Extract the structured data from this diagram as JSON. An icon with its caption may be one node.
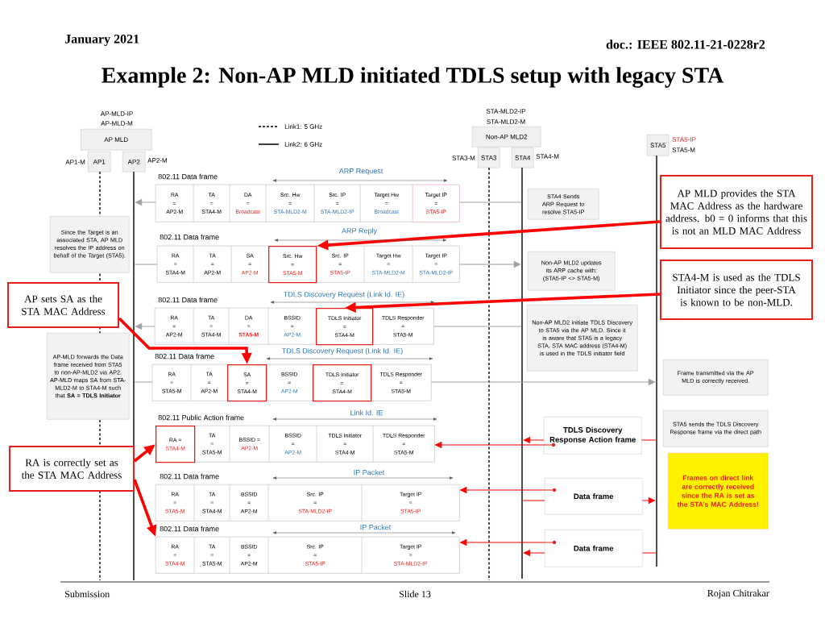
{
  "diagram": {
    "title": "Example 2: Non-AP MLD initiated TDLS setup with legacy STA",
    "nodes": [
      {
        "text": [
          "AP MLD"
        ],
        "beside": [
          "AP-MLD-IP",
          "AP-MLD-M"
        ]
      },
      {
        "text": [
          "AP1"
        ],
        "beside": [
          "AP1-M"
        ]
      },
      {
        "text": [
          "AP2"
        ],
        "beside": [
          "AP2-M"
        ]
      },
      {
        "text": [
          "Non-AP MLD2"
        ],
        "beside": [
          "STA-MLD2-IP",
          "STA-MLD2-M"
        ]
      },
      {
        "text": [
          "STA3"
        ],
        "beside": [
          "STA3-M"
        ]
      },
      {
        "text": [
          "STA4"
        ],
        "beside": [
          "STA4-M"
        ]
      },
      {
        "text": [
          "STA5"
        ],
        "beside": [
          "STA5-IP",
          "STA5-M"
        ]
      },
      {
        "text": [],
        "shape": "bar"
      },
      {
        "text": [],
        "shape": "bar"
      },
      {
        "text": [],
        "shape": "bar"
      },
      {
        "text": [],
        "shape": "bar"
      },
      {
        "text": [],
        "shape": "bar"
      },
      {
        "text": [
          "802.11 Data frame"
        ]
      },
      {
        "text": [
          "RA",
          "=",
          "AP2-M"
        ],
        "in": 12
      },
      {
        "text": [
          "TA",
          "=",
          "STA4-M"
        ],
        "in": 12
      },
      {
        "text": [
          "DA",
          "=",
          "Broadcast"
        ],
        "in": 12
      },
      {
        "text": [
          "Src. Hw",
          "=",
          "STA-MLD2-M"
        ],
        "in": 12
      },
      {
        "text": [
          "Src. IP",
          "=",
          "STA-MLD2-IP"
        ],
        "in": 12
      },
      {
        "text": [
          "Target Hw",
          "=",
          "Broadcast"
        ],
        "in": 12
      },
      {
        "text": [
          "Target IP",
          "=",
          "STA5-IP"
        ],
        "in": 12
      },
      {
        "text": [
          "STA4 Sends ARP Request to resolve STA5-IP"
        ]
      },
      {
        "text": [
          "AP MLD provides the STA MAC Address as the hardware address. b0 = 0 informs that this is not an MLD MAC Address"
        ]
      },
      {
        "text": [
          "Since the Target is an associated STA, AP MLD resolves the IP address on behalf of the Target (STA5)."
        ]
      },
      {
        "text": [
          "802.11 Data frame"
        ]
      },
      {
        "text": [
          "RA",
          "=",
          "STA4-M"
        ],
        "in": 23
      },
      {
        "text": [
          "TA",
          "=",
          "AP2-M"
        ],
        "in": 23
      },
      {
        "text": [
          "SA",
          "=",
          "AP2-M"
        ],
        "in": 23
      },
      {
        "text": [
          "Src. Hw",
          "=",
          "STA5-M"
        ],
        "in": 23
      },
      {
        "text": [
          "Src. IP",
          "=",
          "STA5-IP"
        ],
        "in": 23
      },
      {
        "text": [
          "Target Hw",
          "=",
          "STA-MLD2-M"
        ],
        "in": 23
      },
      {
        "text": [
          "Target IP",
          "=",
          "STA-MLD2-IP"
        ],
        "in": 23
      },
      {
        "text": [
          "Non-AP MLD2 updates its ARP cache with: (STA5-IP <> STA5-M)"
        ]
      },
      {
        "text": [
          "STA4-M is used as the TDLS Initiator since the peer-STA is known to be non-MLD."
        ]
      },
      {
        "text": [
          "AP sets SA as the STA MAC Address"
        ]
      },
      {
        "text": [
          "802.11 Data frame"
        ]
      },
      {
        "text": [
          "RA",
          "=",
          "AP2-M"
        ],
        "in": 34
      },
      {
        "text": [
          "TA",
          "=",
          "STA4-M"
        ],
        "in": 34
      },
      {
        "text": [
          "DA",
          "=",
          "STA5-M"
        ],
        "in": 34
      },
      {
        "text": [
          "BSSID",
          "=",
          "AP2-M"
        ],
        "in": 34
      },
      {
        "text": [
          "TDLS Initiator",
          "=",
          "STA4-M"
        ],
        "in": 34
      },
      {
        "text": [
          "TDLS Responder",
          "=",
          "STA5-M"
        ],
        "in": 34
      },
      {
        "text": [
          "Non-AP MLD2 initiate TDLS Discovery to STA5 via the AP MLD. Since it is aware that STA5 is a legacy STA, STA MAC address (STA4-M) is used in the TDLS initiator field"
        ]
      },
      {
        "text": [
          "AP-MLD forwards the Data frame received from STA5 to non-AP-MLD2 via AP2. AP-MLD maps SA from STA-MLD2-M to STA4-M such that **SA = TDLS Initiator**"
        ]
      },
      {
        "text": [
          "802.11 Data frame"
        ]
      },
      {
        "text": [
          "RA",
          "=",
          "STA5-M"
        ],
        "in": 43
      },
      {
        "text": [
          "TA",
          "=",
          "AP2-M"
        ],
        "in": 43
      },
      {
        "text": [
          "SA",
          "=",
          "STA4-M"
        ],
        "in": 43
      },
      {
        "text": [
          "BSSID",
          "=",
          "AP2-M"
        ],
        "in": 43
      },
      {
        "text": [
          "TDLS Initiator",
          "=",
          "STA4-M"
        ],
        "in": 43
      },
      {
        "text": [
          "TDLS Responder",
          "=",
          "STA5-M"
        ],
        "in": 43
      },
      {
        "text": [
          "Frame transmitted via the AP MLD is correctly received."
        ]
      },
      {
        "text": [
          "802.11 Public Action frame"
        ]
      },
      {
        "text": [
          "RA =",
          "STA4-M"
        ],
        "in": 51
      },
      {
        "text": [
          "TA",
          "=",
          "STA5-M"
        ],
        "in": 51
      },
      {
        "text": [
          "BSSID =",
          "AP2-M"
        ],
        "in": 51
      },
      {
        "text": [
          "BSSID",
          "=",
          "AP2-M"
        ],
        "in": 51
      },
      {
        "text": [
          "TDLS Initiator",
          "=",
          "STA4-M"
        ],
        "in": 51
      },
      {
        "text": [
          "TDLS Responder",
          "=",
          "STA5-M"
        ],
        "in": 51
      },
      {
        "text": [
          "TDLS Discovery Response Action frame"
        ]
      },
      {
        "text": [
          "STA5 sends the TDLS Discovery Response frame via the direct path"
        ]
      },
      {
        "text": [
          "RA is correctly set as the STA MAC Address"
        ]
      },
      {
        "text": [
          "802.11 Data frame"
        ]
      },
      {
        "text": [
          "RA",
          "=",
          "STA5-M"
        ],
        "in": 61
      },
      {
        "text": [
          "TA",
          "=",
          "STA4-M"
        ],
        "in": 61
      },
      {
        "text": [
          "BSSID",
          "=",
          "AP2-M"
        ],
        "in": 61
      },
      {
        "text": [
          "Src. IP",
          "=",
          "STA-MLD2-IP"
        ],
        "in": 61
      },
      {
        "text": [
          "Target IP",
          "=",
          "STA5-IP"
        ],
        "in": 61
      },
      {
        "text": [
          "Data frame"
        ]
      },
      {
        "text": [
          "Frames on direct link are correctly received since the RA is set as the STA’s MAC Address!"
        ]
      },
      {
        "text": [
          "802.11 Data frame"
        ]
      },
      {
        "text": [
          "RA",
          "=",
          "STA4-M"
        ],
        "in": 69
      },
      {
        "text": [
          "TA",
          "=",
          "STA5-M"
        ],
        "in": 69
      },
      {
        "text": [
          "BSSID",
          "=",
          "AP2-M"
        ],
        "in": 69
      },
      {
        "text": [
          "Src. IP",
          "=",
          "STA5-IP"
        ],
        "in": 69
      },
      {
        "text": [
          "Target IP",
          "=",
          "STA-MLD2-IP"
        ],
        "in": 69
      },
      {
        "text": [
          "Data frame"
        ]
      }
    ],
    "edges": [
      {
        "from": 10,
        "to": 12,
        "arrow": "none",
        "color": "#a0a0a0"
      },
      {
        "from": 12,
        "to": 8,
        "arrow": "to",
        "color": "#a0a0a0"
      },
      {
        "from": 8,
        "to": 23,
        "arrow": "none",
        "color": "#a0a0a0"
      },
      {
        "from": 23,
        "to": 10,
        "arrow": "to",
        "color": "#a0a0a0"
      },
      {
        "from": 10,
        "to": 34,
        "arrow": "none",
        "color": "#a0a0a0"
      },
      {
        "from": 34,
        "to": 8,
        "arrow": "to",
        "color": "#a0a0a0"
      },
      {
        "from": 8,
        "to": 43,
        "arrow": "none",
        "color": "#a0a0a0"
      },
      {
        "from": 43,
        "to": 11,
        "arrow": "to",
        "color": "#a0a0a0"
      },
      {
        "from": 11,
        "to": 58,
        "arrow": "none",
        "color": "#ff0000"
      },
      {
        "from": 58,
        "to": 10,
        "arrow": "to",
        "color": "#ff0000"
      },
      {
        "from": 58,
        "to": 51,
        "arrow": "to",
        "color": "#ff0000"
      },
      {
        "from": 10,
        "to": 67,
        "arrow": "none",
        "color": "#ff0000"
      },
      {
        "from": 67,
        "to": 11,
        "arrow": "to",
        "color": "#ff0000"
      },
      {
        "from": 67,
        "to": 61,
        "arrow": "to",
        "color": "#ff0000"
      },
      {
        "from": 11,
        "to": 75,
        "arrow": "none",
        "color": "#ff0000"
      },
      {
        "from": 75,
        "to": 10,
        "arrow": "to",
        "color": "#ff0000"
      },
      {
        "from": 75,
        "to": 69,
        "arrow": "to",
        "color": "#ff0000"
      },
      {
        "from": 21,
        "to": 27,
        "arrow": "to",
        "style": "thick",
        "color": "#ff0000"
      },
      {
        "from": 32,
        "to": 39,
        "arrow": "to",
        "style": "thick",
        "color": "#ff0000"
      },
      {
        "from": 33,
        "to": 46,
        "arrow": "to",
        "style": "thick",
        "color": "#ff0000"
      },
      {
        "from": 60,
        "to": 52,
        "arrow": "to",
        "style": "thick",
        "color": "#ff0000"
      },
      {
        "from": 60,
        "to": 70,
        "arrow": "to",
        "style": "thick",
        "color": "#ff0000"
      }
    ],
    "labels": [
      "January 2021",
      "doc.: IEEE 802.11-21-0228r2",
      "ARP Request",
      "ARP Reply",
      "TDLS Discovery Request (Link Id. IE)",
      "TDLS Discovery Request (Link Id. IE)",
      "Link Id. IE",
      "IP Packet",
      "IP Packet",
      "Submission",
      "Slide 13",
      "Rojan Chitrakar"
    ],
    "legend": [
      {
        "text": "Link1: 5 GHz"
      },
      {
        "text": "Link2: 6 GHz"
      }
    ]
  }
}
